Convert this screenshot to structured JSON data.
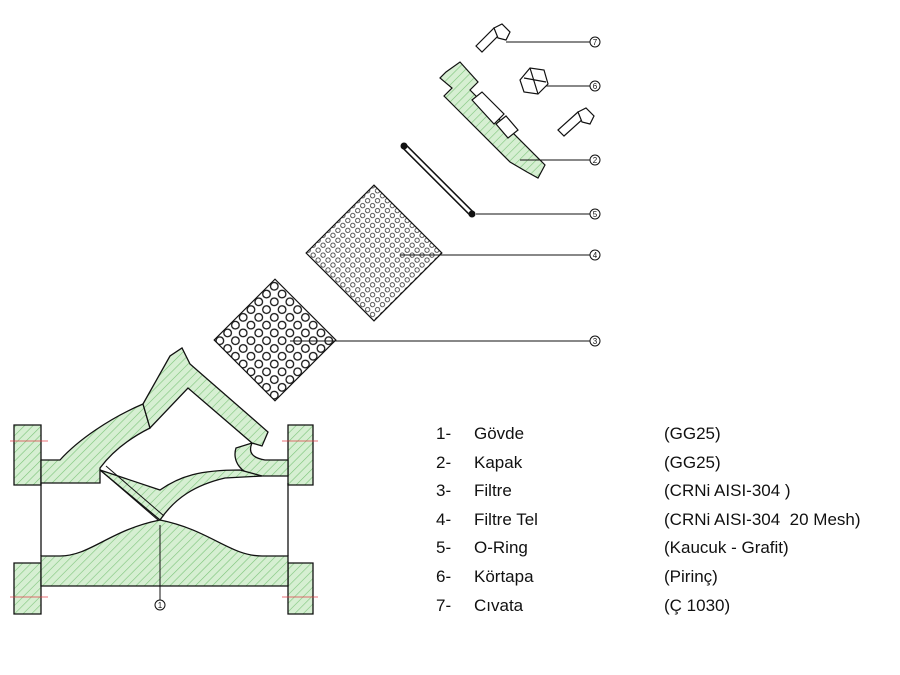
{
  "colors": {
    "section_fill": "#d6efd2",
    "hatch": "#7cc47a",
    "outline": "#111111",
    "centerline": "#e0404a"
  },
  "callouts": [
    "1",
    "2",
    "3",
    "4",
    "5",
    "6",
    "7"
  ],
  "parts": [
    {
      "num": "1-",
      "name": "Gövde",
      "material": "(GG25)"
    },
    {
      "num": "2-",
      "name": "Kapak",
      "material": "(GG25)"
    },
    {
      "num": "3-",
      "name": "Filtre",
      "material": "(CRNi AISI-304 )"
    },
    {
      "num": "4-",
      "name": "Filtre Tel",
      "material": "(CRNi AISI-304  20 Mesh)"
    },
    {
      "num": "5-",
      "name": "O-Ring",
      "material": "(Kaucuk - Grafit)"
    },
    {
      "num": "6-",
      "name": "Körtapa",
      "material": "(Pirinç)"
    },
    {
      "num": "7-",
      "name": "Cıvata",
      "material": "(Ç 1030)"
    }
  ]
}
